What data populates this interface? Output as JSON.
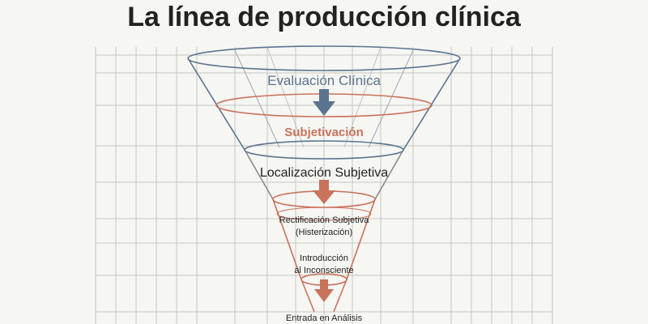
{
  "title": "La línea de producción clínica",
  "colors": {
    "title": "#222222",
    "grid": "#c4c4c4",
    "blue": "#5b7490",
    "orange": "#c8735a",
    "dark": "#2a2a2a",
    "background": "#f6f6f3"
  },
  "stages": [
    {
      "label": "Evaluación Clínica",
      "color": "blue"
    },
    {
      "label": "Subjetivación",
      "color": "orange"
    },
    {
      "label": "Localización Subjetiva",
      "color": "dark"
    },
    {
      "lines": [
        "Rectificación Subjetiva",
        "(Histerización)"
      ],
      "color": "dark"
    },
    {
      "lines": [
        "Introducción",
        "al Inconsciente"
      ],
      "color": "dark"
    },
    {
      "label": "Entrada en Análisis",
      "color": "dark"
    }
  ],
  "arrows": [
    {
      "color": "blue",
      "icon": "arrow-down-icon"
    },
    {
      "color": "orange",
      "icon": "arrow-down-icon"
    },
    {
      "color": "orange",
      "icon": "arrow-down-icon"
    }
  ]
}
